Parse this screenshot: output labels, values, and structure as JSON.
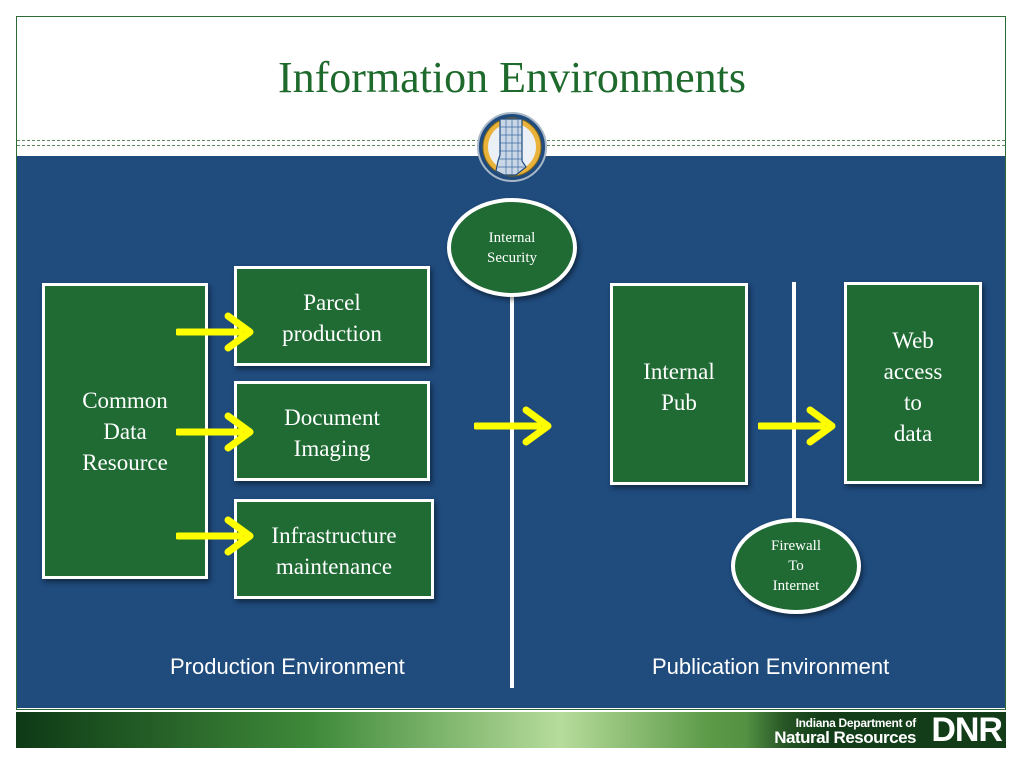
{
  "slide": {
    "title": "Information Environments"
  },
  "diagram": {
    "common_data_resource": [
      "Common",
      "Data",
      "Resource"
    ],
    "parcel_production": [
      "Parcel",
      "production"
    ],
    "document_imaging": [
      "Document",
      "Imaging"
    ],
    "infrastructure_maintenance": [
      "Infrastructure",
      "maintenance"
    ],
    "internal_security": [
      "Internal",
      "Security"
    ],
    "internal_pub": [
      "Internal",
      "Pub"
    ],
    "web_access": [
      "Web",
      "access",
      "to",
      "data"
    ],
    "firewall": [
      "Firewall",
      "To",
      "Internet"
    ],
    "production_environment": "Production Environment",
    "publication_environment": "Publication Environment"
  },
  "footer": {
    "agency_line1": "Indiana Department of",
    "agency_line2": "Natural Resources",
    "agency_mark": "DNR"
  },
  "colors": {
    "title_green": "#1e6a2c",
    "panel_blue": "#1f4b7d",
    "box_green": "#1f6b33",
    "arrow_yellow": "#ffff00"
  },
  "icons": {
    "seal": "indiana-map-seal-icon",
    "arrow": "yellow-right-arrow-icon"
  }
}
